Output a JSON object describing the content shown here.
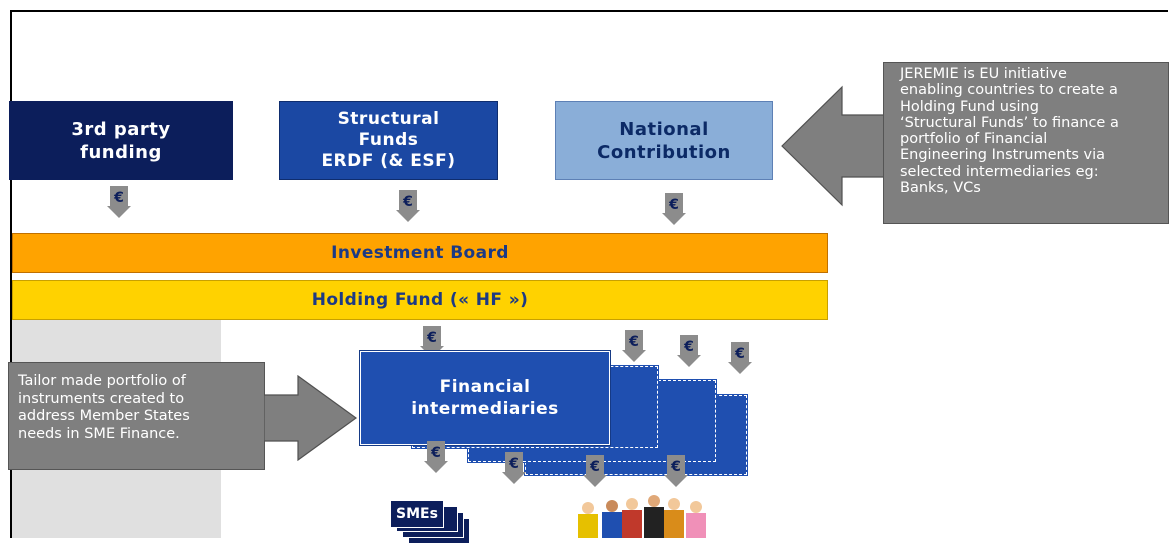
{
  "sources": {
    "third_party": [
      "3rd party",
      "funding"
    ],
    "structural": [
      "Structural",
      "Funds",
      "ERDF (& ESF)"
    ],
    "national": [
      "National",
      "Contribution"
    ]
  },
  "callouts": {
    "top": [
      "JEREMIE is EU initiative",
      "enabling countries to create a",
      "Holding Fund using",
      "‘Structural Funds’ to finance a",
      "portfolio of Financial",
      "Engineering Instruments via",
      "selected intermediaries eg:",
      "Banks, VCs"
    ],
    "left": [
      "Tailor made portfolio of",
      "instruments created to",
      "address Member States",
      "needs in SME Finance."
    ]
  },
  "bars": {
    "investment_board": "Investment Board",
    "holding_fund": "Holding Fund (« HF »)"
  },
  "intermediaries": [
    "Financial",
    "intermediaries"
  ],
  "smes_label": "SMEs",
  "euro_symbol": "€",
  "colors": {
    "dark_navy": "#0c1e5b",
    "royal_blue": "#1b48a3",
    "light_blue": "#8aaed8",
    "orange": "#ffa300",
    "yellow": "#ffd200",
    "callout_grey": "#7f7f7f"
  }
}
